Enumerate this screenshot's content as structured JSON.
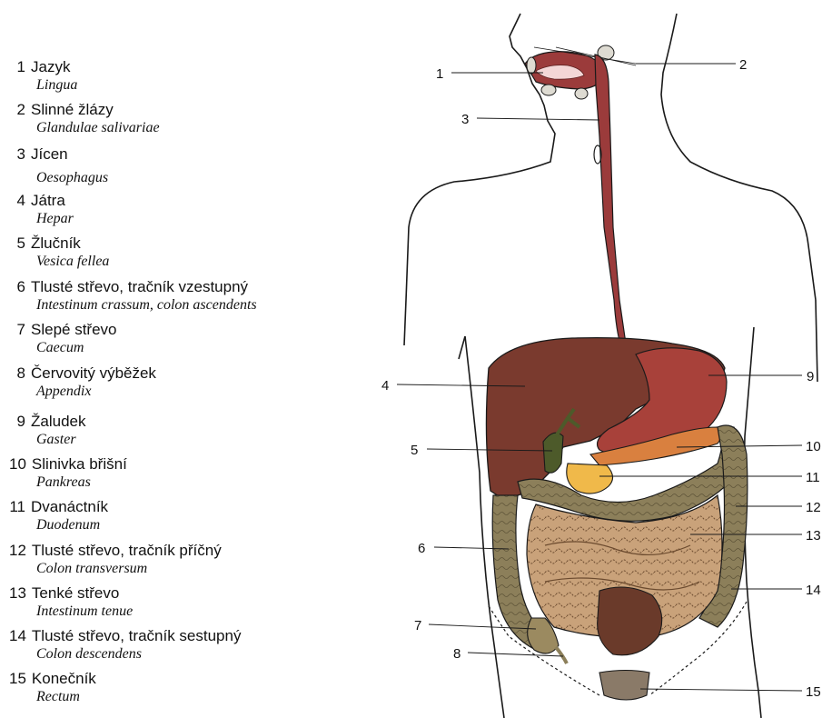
{
  "legend": [
    {
      "num": "1",
      "czech": "Jazyk",
      "latin": "Lingua"
    },
    {
      "num": "2",
      "czech": "Slinné žlázy",
      "latin": "Glandulae salivariae"
    },
    {
      "num": "3",
      "czech": "Jícen",
      "latin": "Oesophagus"
    },
    {
      "num": "4",
      "czech": "Játra",
      "latin": "Hepar"
    },
    {
      "num": "5",
      "czech": "Žlučník",
      "latin": "Vesica fellea"
    },
    {
      "num": "6",
      "czech": "Tlusté střevo, tračník vzestupný",
      "latin": "Intestinum crassum, colon ascendents"
    },
    {
      "num": "7",
      "czech": "Slepé střevo",
      "latin": "Caecum"
    },
    {
      "num": "8",
      "czech": "Červovitý výběžek",
      "latin": "Appendix"
    },
    {
      "num": "9",
      "czech": "Žaludek",
      "latin": "Gaster"
    },
    {
      "num": "10",
      "czech": "Slinivka břišní",
      "latin": "Pankreas"
    },
    {
      "num": "11",
      "czech": "Dvanáctník",
      "latin": "Duodenum"
    },
    {
      "num": "12",
      "czech": "Tlusté střevo, tračník příčný",
      "latin": "Colon transversum"
    },
    {
      "num": "13",
      "czech": "Tenké střevo",
      "latin": "Intestinum tenue"
    },
    {
      "num": "14",
      "czech": "Tlusté střevo, tračník sestupný",
      "latin": "Colon descendens"
    },
    {
      "num": "15",
      "czech": "Konečník",
      "latin": "Rectum"
    }
  ],
  "callouts": [
    "1",
    "2",
    "3",
    "4",
    "5",
    "6",
    "7",
    "8",
    "9",
    "10",
    "11",
    "12",
    "13",
    "14",
    "15"
  ],
  "colors": {
    "outline": "#1a1a1a",
    "esophagus": "#9b3b3b",
    "liver": "#7a3a2e",
    "stomach": "#a8413a",
    "gallbladder": "#4d5a2a",
    "pancreas": "#d9803f",
    "duodenum": "#f0b94a",
    "large_intestine": "#8c7f5a",
    "small_intestine": "#c9a27a",
    "rectum": "#8a7a68",
    "caecum": "#9b8a60"
  }
}
